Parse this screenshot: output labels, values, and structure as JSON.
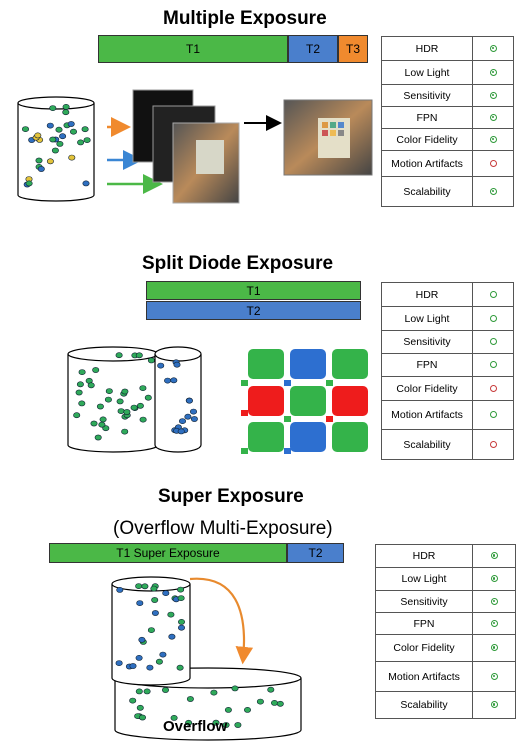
{
  "sections": [
    {
      "title": "Multiple Exposure",
      "bars": [
        "T1",
        "T2",
        "T3"
      ],
      "rows": [
        {
          "label": "HDR",
          "status": "good"
        },
        {
          "label": "Low Light",
          "status": "good"
        },
        {
          "label": "Sensitivity",
          "status": "good"
        },
        {
          "label": "FPN",
          "status": "good"
        },
        {
          "label": "Color Fidelity",
          "status": "good"
        },
        {
          "label": "Motion Artifacts",
          "status": "bad"
        },
        {
          "label": "Scalability",
          "status": "good"
        }
      ]
    },
    {
      "title": "Split Diode Exposure",
      "bars": [
        "T1",
        "T2"
      ],
      "rows": [
        {
          "label": "HDR",
          "status": "good"
        },
        {
          "label": "Low Light",
          "status": "good"
        },
        {
          "label": "Sensitivity",
          "status": "good"
        },
        {
          "label": "FPN",
          "status": "good"
        },
        {
          "label": "Color Fidelity",
          "status": "bad"
        },
        {
          "label": "Motion Artifacts",
          "status": "good"
        },
        {
          "label": "Scalability",
          "status": "bad"
        }
      ]
    },
    {
      "title": "Super Exposure",
      "subtitle": "(Overflow Multi-Exposure)",
      "bars": [
        "T1  Super Exposure",
        "T2"
      ],
      "overflow_label": "Overflow",
      "rows": [
        {
          "label": "HDR",
          "status": "good"
        },
        {
          "label": "Low Light",
          "status": "good"
        },
        {
          "label": "Sensitivity",
          "status": "good"
        },
        {
          "label": "FPN",
          "status": "good"
        },
        {
          "label": "Color Fidelity",
          "status": "good"
        },
        {
          "label": "Motion Artifacts",
          "status": "good"
        },
        {
          "label": "Scalability",
          "status": "good"
        }
      ]
    }
  ],
  "colors": {
    "green": "#4bb847",
    "blue": "#4a7fcc",
    "orange": "#f08a2e",
    "good": "#2f9a3a",
    "bad": "#c73a3a"
  }
}
